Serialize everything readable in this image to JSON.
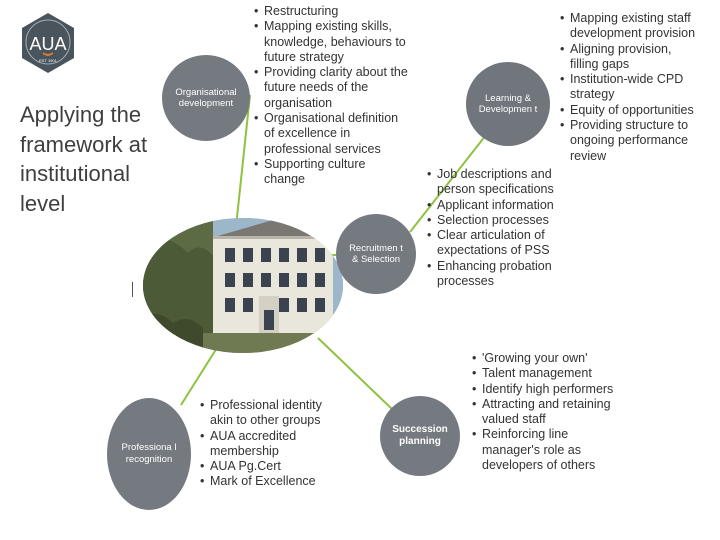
{
  "logo": {
    "text": "AUA",
    "subtitle": "EST 1901",
    "colors": {
      "bg": "#4a545c",
      "ring": "#ffffff",
      "accent": "#e77b3c"
    }
  },
  "title": "Applying the framework at institutional level",
  "connector_color": "#8fc23f",
  "photo": {
    "description_icon": "building-photo"
  },
  "nodes": {
    "organisational_development": "Organisational development",
    "learning_development": "Learning & Developmen t",
    "recruitment_selection": "Recruitmen t & Selection",
    "professional_recognition": "Professiona l recognition",
    "succession_planning": "Succession planning"
  },
  "bullets": {
    "organisational_development": [
      "Restructuring",
      "Mapping existing skills, knowledge, behaviours to future strategy",
      "Providing clarity about the future needs of the organisation",
      "Organisational definition of excellence in professional services",
      "Supporting culture change"
    ],
    "learning_development": [
      "Mapping existing staff development provision",
      "Aligning provision, filling gaps",
      "Institution-wide CPD strategy",
      "Equity of opportunities",
      "Providing structure to ongoing performance review"
    ],
    "recruitment_selection": [
      "Job descriptions and person specifications",
      "Applicant information",
      "Selection processes",
      "Clear articulation of expectations of PSS",
      "Enhancing probation processes"
    ],
    "professional_recognition": [
      "Professional identity akin to other groups",
      "AUA accredited membership",
      "AUA Pg.Cert",
      "Mark of Excellence"
    ],
    "succession_planning": [
      "'Growing your own'",
      "Talent management",
      "Identify high performers",
      "Attracting and retaining valued staff",
      "Reinforcing line manager's role as developers of others"
    ]
  },
  "stray_mark": "I"
}
